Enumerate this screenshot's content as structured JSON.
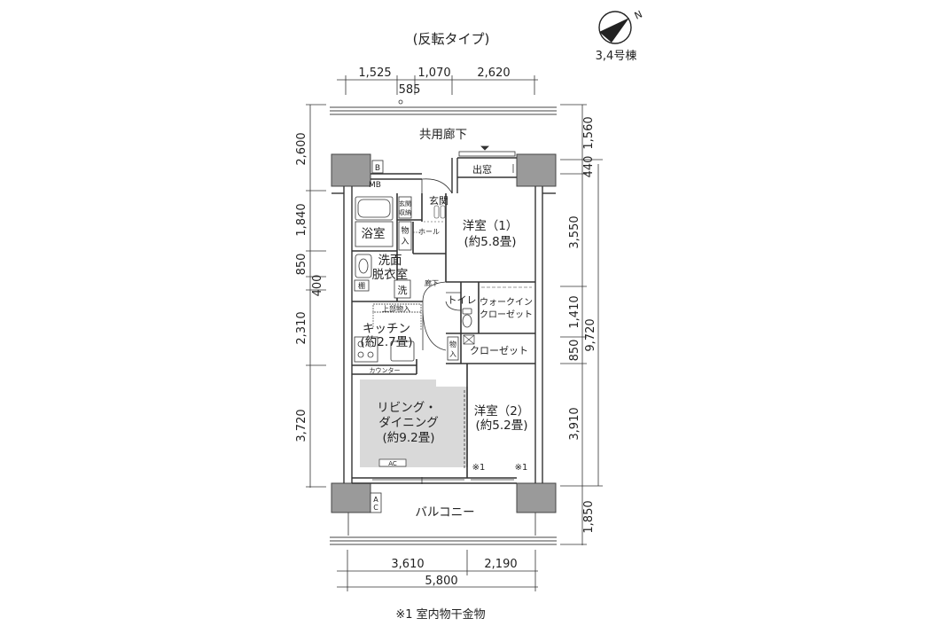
{
  "header": {
    "type_label": "(反転タイプ)",
    "building": "3,4号棟",
    "north": "N"
  },
  "dimensions": {
    "top": [
      "1,525",
      "1,070",
      "2,620"
    ],
    "top_mid": "585",
    "left": [
      "2,600",
      "1,840",
      "850",
      "400",
      "2,310",
      "3,720"
    ],
    "right": [
      "1,560",
      "440",
      "3,550",
      "1,410",
      "850",
      "3,910",
      "1,850"
    ],
    "right_total": "9,720",
    "bottom": [
      "3,610",
      "2,190"
    ],
    "bottom_total": "5,800"
  },
  "rooms": {
    "corridor": "共用廊下",
    "window": "出窓",
    "bath": "浴室",
    "genkan": "玄関",
    "genkan_storage": [
      "玄関",
      "収納"
    ],
    "storage": [
      "物",
      "入"
    ],
    "hall": "ホール",
    "western1": [
      "洋室（1）",
      "(約5.8畳)"
    ],
    "washroom": [
      "洗面",
      "脱衣室"
    ],
    "shelf": "棚",
    "wash": "洗",
    "hallway": "廊下",
    "toilet": "トイレ",
    "walkin": [
      "ウォークイン",
      "クローゼット"
    ],
    "upper_storage": "上部物入",
    "kitchen": [
      "キッチン",
      "(約2.7畳)"
    ],
    "storage2": [
      "物",
      "入"
    ],
    "closet": "クローゼット",
    "counter": "カウンター",
    "living": [
      "リビング・",
      "ダイニング",
      "(約9.2畳)"
    ],
    "western2": [
      "洋室（2）",
      "(約5.2畳)"
    ],
    "mark1": "※1",
    "ac": "AC",
    "ac_vertical": [
      "A",
      "C"
    ],
    "balcony": "バルコニー",
    "mb": "MB",
    "b": "B"
  },
  "footnote": "※1 室内物干金物"
}
